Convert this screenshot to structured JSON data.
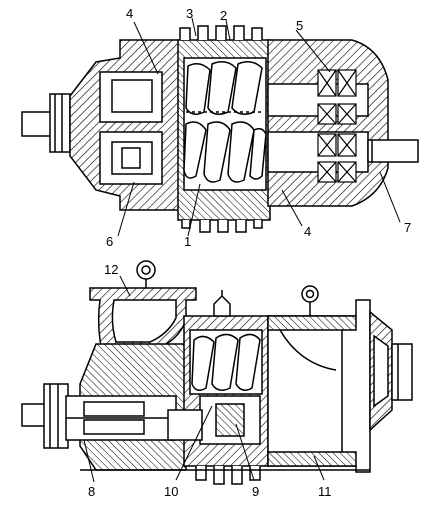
{
  "top_view": {
    "labels": {
      "l1": "1",
      "l2": "2",
      "l3": "3",
      "l4a": "4",
      "l4b": "4",
      "l5": "5",
      "l6": "6",
      "l7": "7"
    }
  },
  "bottom_view": {
    "labels": {
      "l8": "8",
      "l9": "9",
      "l10": "10",
      "l11": "11",
      "l12": "12"
    }
  },
  "colors": {
    "line": "#000000",
    "background": "#ffffff"
  }
}
